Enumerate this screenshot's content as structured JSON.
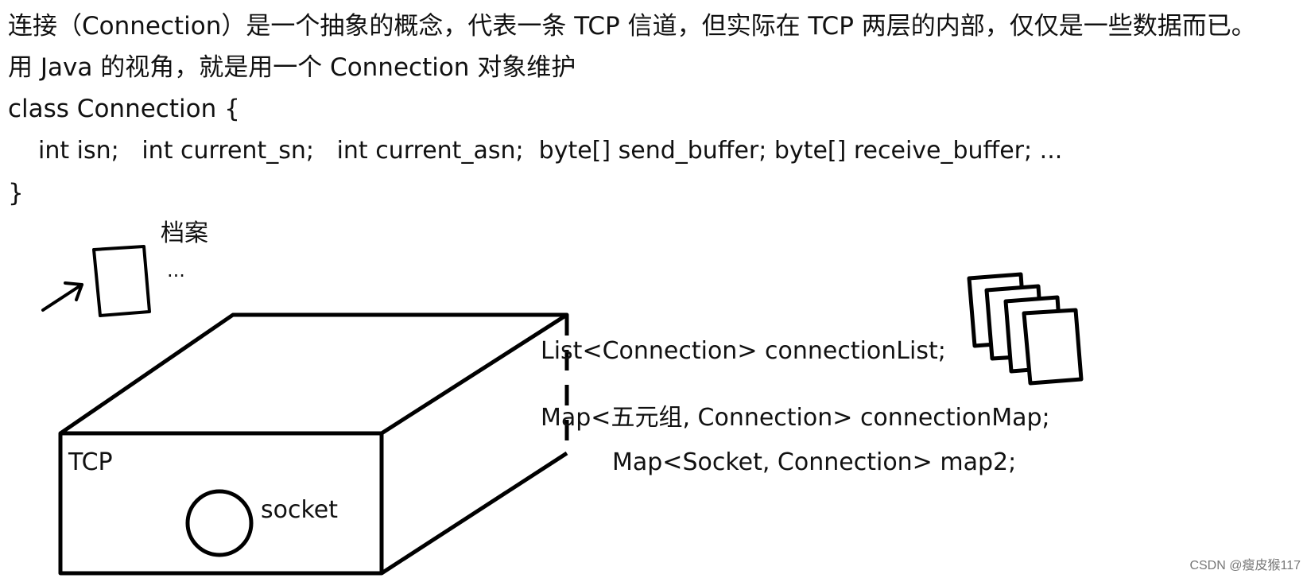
{
  "paragraph": {
    "line1": "连接（Connection）是一个抽象的概念，代表一条 TCP 信道，但实际在 TCP 两层的内部，仅仅是一些数据而已。",
    "line2": "用 Java 的视角，就是用一个 Connection 对象维护"
  },
  "code": {
    "class_open": "class Connection {",
    "fields": "int isn;   int current_sn;   int current_asn;  byte[] send_buffer; byte[] receive_buffer; ...",
    "class_close": "}"
  },
  "doc": {
    "label": "档案",
    "ellipsis": "..."
  },
  "box": {
    "tcp_label": "TCP",
    "socket_label": "socket"
  },
  "structures": {
    "list": "List<Connection> connectionList;",
    "map": "Map<五元组, Connection> connectionMap;",
    "map2": "Map<Socket, Connection> map2;"
  },
  "watermark": "CSDN @瘦皮猴117"
}
